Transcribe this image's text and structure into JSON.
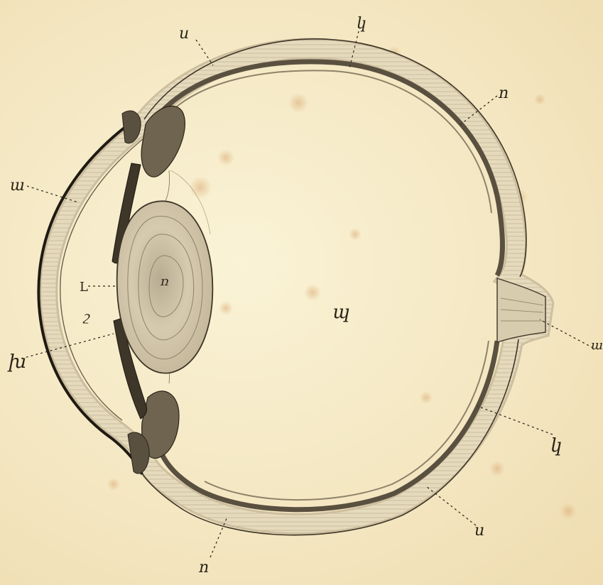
{
  "labels": {
    "sclera_top": "u",
    "choroid_top": "կ",
    "retina_top_right": "ո",
    "cornea": "ա",
    "lens_outline": "L",
    "lens_center": "ռ",
    "anterior_chamber": "շ",
    "iris": "խ",
    "vitreous": "պ",
    "optic_nerve": "ա",
    "choroid_right": "կ",
    "sclera_bottom_right": "ս",
    "retina_bottom": "ո"
  },
  "colors": {
    "paper": "#f6ecc9",
    "ink": "#2a2418",
    "tissue_light": "#e8dcc0",
    "tissue_mid": "#c9bb9c",
    "tissue_dark": "#5a5040"
  }
}
